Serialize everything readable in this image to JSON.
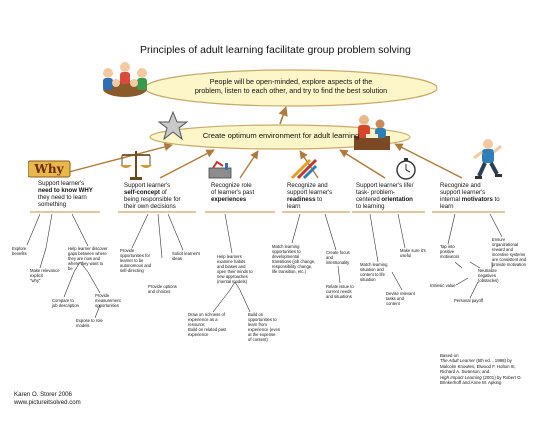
{
  "title": "Principles of adult learning facilitate group problem solving",
  "goal": {
    "line1": "People will be open-minded, explore aspects of the",
    "line2": "problem, listen to each other, and try to find the best solution"
  },
  "environment": "Create optimum environment for adult learning",
  "principles": [
    {
      "pre": "Support learner's",
      "bold": "need to know",
      "bold2": " WHY",
      "post1": "they need to learn",
      "post2": "something",
      "icon_text": "Why"
    },
    {
      "pre": "Support learner's",
      "bold": "self-concept",
      "post0": " of",
      "post1": "being responsible for",
      "post2": "their own decisions"
    },
    {
      "pre": "Recognize role",
      "pre2": "of learner's past",
      "bold": "experiences"
    },
    {
      "pre": "Recognize and",
      "pre2": "support learner's",
      "bold": "readiness",
      "post0": " to",
      "post1": "learn"
    },
    {
      "pre": "Support learner's life/",
      "pre2": "task- problem-",
      "pre3": "centered",
      "bold": " orientation",
      "post1": "to learning"
    },
    {
      "pre": "Recognize and",
      "pre2": "support learner's",
      "pre3": "internal",
      "bold": " motivators",
      "post0": " to",
      "post1": "learn"
    }
  ],
  "notes": {
    "explore": [
      "Explore",
      "benefits"
    ],
    "relevance": [
      "Make relevance",
      "explicit",
      "\"why\""
    ],
    "discover": [
      "Help learner discover",
      "gaps between where",
      "they are now and",
      "where they want to",
      "be"
    ],
    "compare": [
      "Compare to",
      "job description"
    ],
    "measurement": [
      "Provide",
      "measurement",
      "opportunities"
    ],
    "expose": [
      "Expose to role",
      "models"
    ],
    "autonomous": [
      "Provide",
      "opportunities for",
      "learner to be",
      "autonomous and",
      "self-directing"
    ],
    "solicit": [
      "Solicit learner's",
      "ideas"
    ],
    "options": [
      "Provide options",
      "and choices"
    ],
    "examine": [
      "Help learners",
      "examine habits",
      "and biases and",
      "open their minds to",
      "new approaches",
      "(mental models)"
    ],
    "draw": [
      "Draw on richness of",
      "experience as a",
      "resource;",
      "Build on related past",
      "experience"
    ],
    "build": [
      "Build on",
      "opportunities to",
      "learn from",
      "experience (even",
      "at the expense",
      "of content)"
    ],
    "match_dev": [
      "Match learning",
      "opportunities to",
      "developmental",
      "transitions (job change,",
      "responsibility change,",
      "life transition, etc.)"
    ],
    "focus": [
      "Create focus",
      "and",
      "intentionality"
    ],
    "relate": [
      "Relate issue to",
      "current needs",
      "and situations"
    ],
    "match_sit": [
      "Match learning",
      "situation and",
      "content to life",
      "situation"
    ],
    "useful": [
      "Make sure it's",
      "useful"
    ],
    "devise": [
      "Devise relevant",
      "tasks and",
      "content"
    ],
    "tap": [
      "Tap into",
      "positive",
      "motivators"
    ],
    "ensure": [
      "Ensure",
      "organizational",
      "reward and",
      "incentive systems",
      "are consistent and",
      "provide motivation"
    ],
    "neutralize": [
      "Neutralize",
      "negatives",
      "(obstacles)"
    ],
    "intrinsic": [
      "Intrinsic value"
    ],
    "payoff": [
      "Personal payoff"
    ]
  },
  "based_on": {
    "line1": "Based on",
    "line2_italic": "The Adult Learner",
    "line2_rest": " (5th ed. , 1998) by",
    "line3": "Malcolm Knowles, Elwood F. Holton III,",
    "line4": "Richard A. Swanson; and",
    "line5_italic": "High Impact Learning",
    "line5_rest": " (2001) by Robert O.",
    "line6": "Brinkerhoff and Anne M. Apking"
  },
  "footer": {
    "author": "Karen O. Storer 2006",
    "url": "www.pictureitsolved.com"
  },
  "colors": {
    "ellipse_fill": "#fdf6c8",
    "ellipse_stroke": "#c9a96b",
    "arrow": "#b07a3c",
    "connector": "#333333"
  }
}
